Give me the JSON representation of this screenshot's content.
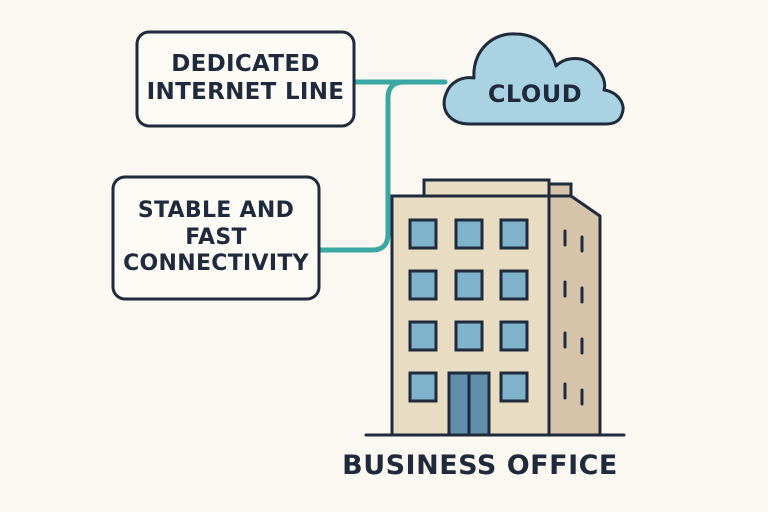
{
  "labels": {
    "dedicated": [
      "DEDICATED",
      "INTERNET LINE"
    ],
    "stable": [
      "STABLE AND",
      "FAST",
      "CONNECTIVITY"
    ],
    "cloud": "CLOUD",
    "building": "BUSINESS OFFICE"
  },
  "colors": {
    "background": "#fbf8f1",
    "outline": "#1f2a3d",
    "connector": "#3aa9a3",
    "cloud_fill": "#a9d3e2",
    "building_front": "#e8dcc3",
    "building_side": "#d6c4aa",
    "window": "#7fb3cc",
    "door": "#5f8fab"
  },
  "icons": [
    "cloud-icon",
    "office-building-icon"
  ]
}
